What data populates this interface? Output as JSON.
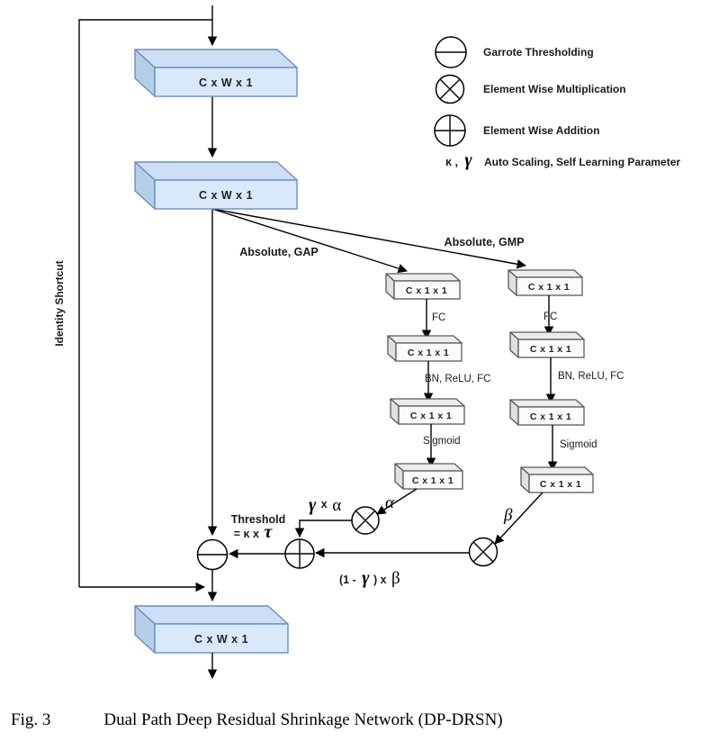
{
  "legend": {
    "garrote_label": "Garrote Thresholding",
    "multiply_label": "Element Wise Multiplication",
    "add_label": "Element Wise Addition",
    "param_kappa": "κ ,",
    "param_gamma": "γ",
    "param_label": "Auto Scaling, Self Learning Parameter"
  },
  "blocks": {
    "input": "C x W x 1",
    "feature": "C x W x 1",
    "output": "C x W x 1"
  },
  "shortcut_label": "Identity Shortcut",
  "gap_path": {
    "branch_label": "Absolute, GAP",
    "boxes": [
      "C x 1 x 1",
      "C x 1 x 1",
      "C x 1 x 1",
      "C x 1 x 1"
    ],
    "ops": [
      "FC",
      "BN, ReLU, FC",
      "Sigmoid"
    ],
    "output_symbol": "α"
  },
  "gmp_path": {
    "branch_label": "Absolute, GMP",
    "boxes": [
      "C x 1 x 1",
      "C x 1 x 1",
      "C x 1 x 1",
      "C x 1 x 1"
    ],
    "ops": [
      "FC",
      "BN, ReLU, FC",
      "Sigmoid"
    ],
    "output_symbol": "β"
  },
  "expressions": {
    "threshold_line1": "Threshold",
    "threshold_prefix": "= κ x",
    "threshold_tau": "τ",
    "gamma": "γ",
    "times": "x",
    "alpha": "α",
    "one_minus_open": "(1 -",
    "one_minus_gamma": "γ",
    "one_minus_close": ") x",
    "beta": "β"
  },
  "caption": {
    "prefix": "Fig. 3",
    "text": "Dual Path Deep Residual Shrinkage Network (DP-DRSN)"
  },
  "colors": {
    "block_front": "#dae8fc",
    "block_top": "#ccdff5",
    "block_side": "#b4cde9",
    "block_stroke": "#6c8ebf",
    "small_front": "#fbfbfb",
    "small_stroke": "#595959",
    "wire": "#000000"
  }
}
